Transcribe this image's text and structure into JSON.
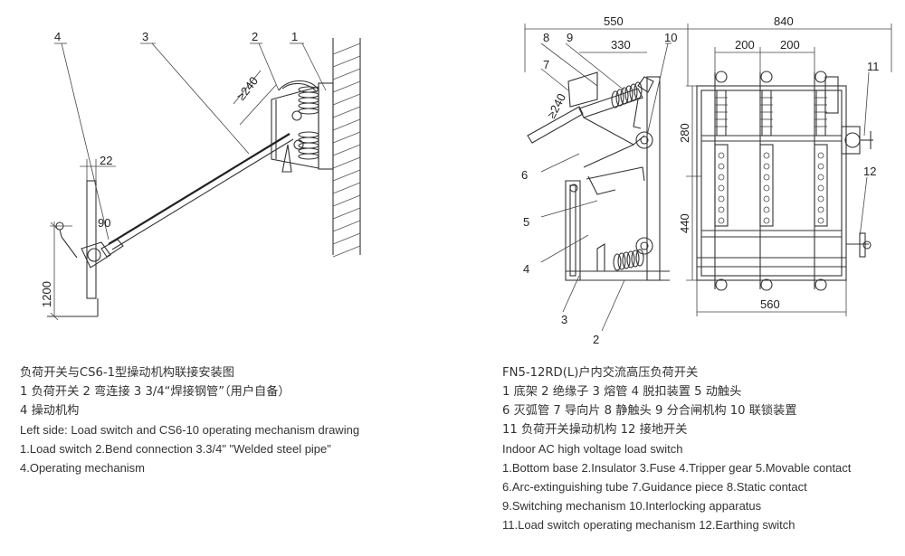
{
  "left_figure": {
    "callouts": [
      "4",
      "3",
      "2",
      "1"
    ],
    "dims": {
      "gap": "22",
      "angle": "90",
      "height": "1200",
      "bend": "≥240"
    }
  },
  "right_figure": {
    "callouts": [
      "8",
      "9",
      "10",
      "7",
      "6",
      "5",
      "3",
      "2",
      "11",
      "12"
    ],
    "dims": {
      "w550": "550",
      "w330": "330",
      "w840": "840",
      "w200a": "200",
      "w200b": "200",
      "h280": "280",
      "h440": "440",
      "w560": "560",
      "bend": "≥240"
    }
  },
  "left_caption": {
    "title_cn": "负荷开关与CS6-1型操动机构联接安装图",
    "items_cn_1": "1 负荷开关  2 弯连接  3  3/4“焊接钢管”（用户自备）",
    "items_cn_2": "4 操动机构",
    "desc_en": "Left side: Load switch and CS6-10 operating mechanism drawing",
    "items_en_1": "1.Load switch 2.Bend connection 3.3/4\" \"Welded steel pipe\"",
    "items_en_2": "4.Operating mechanism"
  },
  "right_caption": {
    "title_cn": "FN5-12RD(L)户内交流高压负荷开关",
    "items_cn_1": "1 底架    2 绝缘子   3 熔管  4 脱扣装置      5 动触头",
    "items_cn_2": "6 灭弧管  7 导向片 8 静触头  9 分合闸机构 10 联锁装置",
    "items_cn_3": "11 负荷开关操动机构  12 接地开关",
    "desc_en": "Indoor AC high voltage load switch",
    "items_en_1": "1.Bottom base 2.Insulator 3.Fuse 4.Tripper gear 5.Movable contact",
    "items_en_2": "6.Arc-extinguishing tube 7.Guidance piece 8.Static contact",
    "items_en_3": "9.Switching mechanism 10.Interlocking apparatus",
    "items_en_4": "11.Load switch operating mechanism 12.Earthing switch"
  }
}
